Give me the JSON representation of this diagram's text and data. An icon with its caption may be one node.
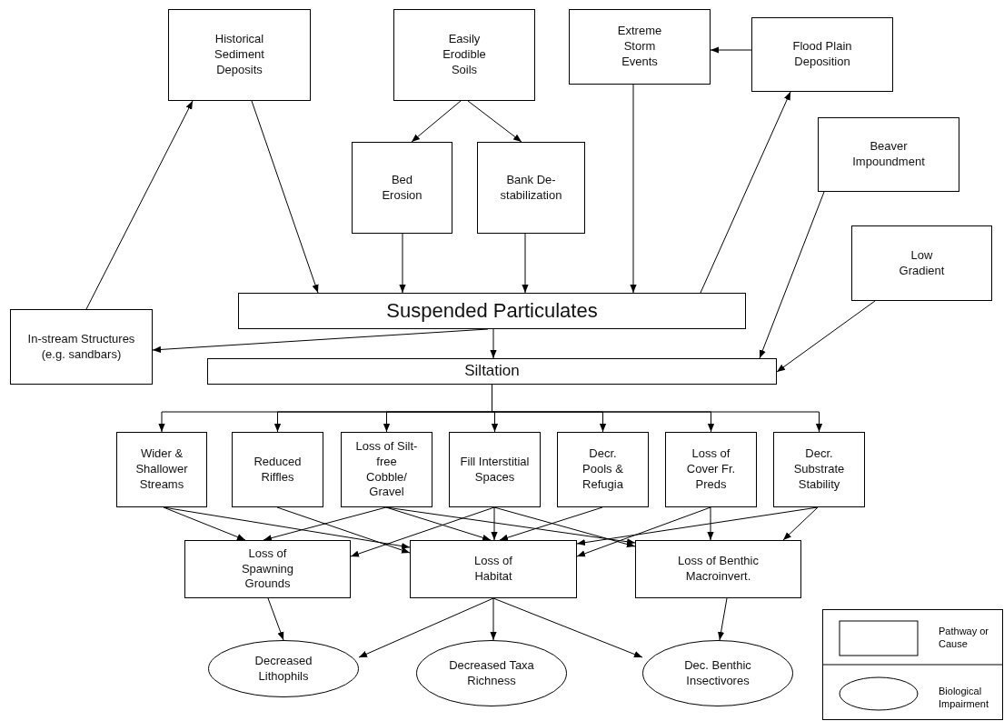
{
  "diagram": {
    "nodes": [
      {
        "text": [
          "Historical Sediment Deposits"
        ]
      },
      {
        "text": [
          "Easily Erodible Soils"
        ]
      },
      {
        "text": [
          "Extreme Storm Events"
        ]
      },
      {
        "text": [
          "Flood Plain Deposition"
        ]
      },
      {
        "text": [
          "Bed Erosion"
        ]
      },
      {
        "text": [
          "Bank De- stabilization"
        ]
      },
      {
        "text": [
          "Beaver Impoundment"
        ]
      },
      {
        "text": [
          "Low Gradient"
        ]
      },
      {
        "text": [
          "Suspended Particulates"
        ]
      },
      {
        "text": [
          "In-stream Structures (e.g. sandbars)"
        ]
      },
      {
        "text": [
          "Siltation"
        ]
      },
      {
        "text": [
          "Wider & Shallower Streams"
        ]
      },
      {
        "text": [
          "Reduced Riffles"
        ]
      },
      {
        "text": [
          "Loss of Silt-free Cobble/ Gravel"
        ]
      },
      {
        "text": [
          "Fill Interstitial Spaces"
        ]
      },
      {
        "text": [
          "Decr. Pools & Refugia"
        ]
      },
      {
        "text": [
          "Loss of Cover Fr. Preds"
        ]
      },
      {
        "text": [
          "Decr. Substrate Stability"
        ]
      },
      {
        "text": [
          "Loss of Spawning Grounds"
        ]
      },
      {
        "text": [
          "Loss of Habitat"
        ]
      },
      {
        "text": [
          "Loss of Benthic Macroinvert."
        ]
      },
      {
        "text": [
          "Decreased Lithophils"
        ]
      },
      {
        "text": [
          "Decreased Taxa Richness"
        ]
      },
      {
        "text": [
          "Dec. Benthic Insectivores"
        ]
      }
    ],
    "edges": [
      {
        "from": 9,
        "to": 0,
        "arrow": "to"
      },
      {
        "from": 0,
        "to": 8,
        "arrow": "to"
      },
      {
        "from": 1,
        "to": 4,
        "arrow": "to"
      },
      {
        "from": 1,
        "to": 5,
        "arrow": "to"
      },
      {
        "from": 4,
        "to": 8,
        "arrow": "to"
      },
      {
        "from": 5,
        "to": 8,
        "arrow": "to"
      },
      {
        "from": 2,
        "to": 8,
        "arrow": "to"
      },
      {
        "from": 3,
        "to": 2,
        "arrow": "to"
      },
      {
        "from": 8,
        "to": 3,
        "arrow": "to"
      },
      {
        "from": 6,
        "to": 10,
        "arrow": "to"
      },
      {
        "from": 7,
        "to": 10,
        "arrow": "to"
      },
      {
        "from": 8,
        "to": 9,
        "arrow": "to"
      },
      {
        "from": 8,
        "to": 10,
        "arrow": "to"
      },
      {
        "from": 10,
        "to": 11,
        "arrow": "to"
      },
      {
        "from": 10,
        "to": 12,
        "arrow": "to"
      },
      {
        "from": 10,
        "to": 13,
        "arrow": "to"
      },
      {
        "from": 10,
        "to": 14,
        "arrow": "to"
      },
      {
        "from": 10,
        "to": 15,
        "arrow": "to"
      },
      {
        "from": 10,
        "to": 16,
        "arrow": "to"
      },
      {
        "from": 10,
        "to": 17,
        "arrow": "to"
      },
      {
        "from": 11,
        "to": 18,
        "arrow": "to"
      },
      {
        "from": 11,
        "to": 19,
        "arrow": "to"
      },
      {
        "from": 12,
        "to": 19,
        "arrow": "to"
      },
      {
        "from": 13,
        "to": 18,
        "arrow": "to"
      },
      {
        "from": 13,
        "to": 19,
        "arrow": "to"
      },
      {
        "from": 13,
        "to": 20,
        "arrow": "to"
      },
      {
        "from": 14,
        "to": 18,
        "arrow": "to"
      },
      {
        "from": 14,
        "to": 19,
        "arrow": "to"
      },
      {
        "from": 14,
        "to": 20,
        "arrow": "to"
      },
      {
        "from": 15,
        "to": 19,
        "arrow": "to"
      },
      {
        "from": 16,
        "to": 19,
        "arrow": "to"
      },
      {
        "from": 16,
        "to": 20,
        "arrow": "to"
      },
      {
        "from": 17,
        "to": 19,
        "arrow": "to"
      },
      {
        "from": 17,
        "to": 20,
        "arrow": "to"
      },
      {
        "from": 18,
        "to": 21,
        "arrow": "to"
      },
      {
        "from": 19,
        "to": 21,
        "arrow": "to"
      },
      {
        "from": 19,
        "to": 22,
        "arrow": "to"
      },
      {
        "from": 19,
        "to": 23,
        "arrow": "to"
      },
      {
        "from": 20,
        "to": 23,
        "arrow": "to"
      }
    ],
    "legend": [
      {
        "text": "Pathway or Cause"
      },
      {
        "text": "Biological Impairment"
      }
    ]
  }
}
